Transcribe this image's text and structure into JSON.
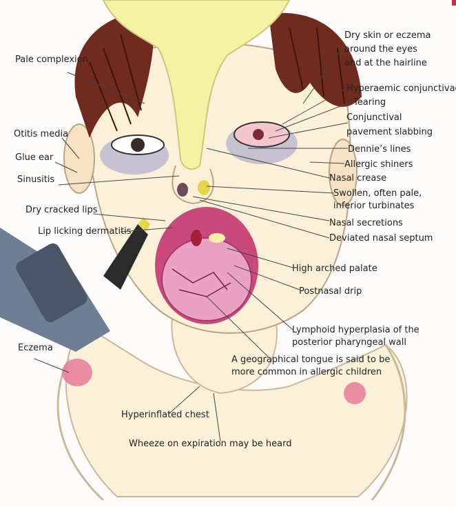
{
  "labels": {
    "pale_complexion": "Pale complexion",
    "otitis_media": "Otitis media",
    "glue_ear": "Glue ear",
    "sinusitis": "Sinusitis",
    "dry_cracked_lips": "Dry cracked lips",
    "lip_licking_dermatitis": "Lip licking dermatitis",
    "eczema": "Eczema",
    "dry_skin_1": "Dry skin or eczema",
    "dry_skin_2": "around the eyes",
    "dry_skin_3": "and at the hairline",
    "hyperaemic": "Hyperaemic conjunctivae",
    "tearing": "Tearing",
    "conj_1": "Conjunctival",
    "conj_2": "pavement slabbing",
    "dennies_lines": "Dennie’s lines",
    "allergic_shiners": "Allergic shiners",
    "nasal_crease": "Nasal crease",
    "turb_1": "Swollen, often pale,",
    "turb_2": "inferior turbinates",
    "nasal_secretions": "Nasal secretions",
    "deviated_septum": "Deviated nasal septum",
    "high_arched_palate": "High arched palate",
    "postnasal_drip": "Postnasal drip",
    "lymph_1": "Lymphoid hyperplasia of the",
    "lymph_2": "posterior pharyngeal wall",
    "geo_1": "A geographical tongue is said to be",
    "geo_2": "more common in allergic children",
    "hyperinflated_chest": "Hyperinflated chest",
    "wheeze": "Wheeze on expiration may be heard"
  },
  "colors": {
    "skin": "#fbf1d8",
    "hair": "#6e2b1e",
    "slime": "#f5f2a6",
    "eczema": "#e67a9a",
    "mouth": "#c94a7a",
    "tongue": "#e9a2c4",
    "otoscope": "#5a6b80"
  }
}
